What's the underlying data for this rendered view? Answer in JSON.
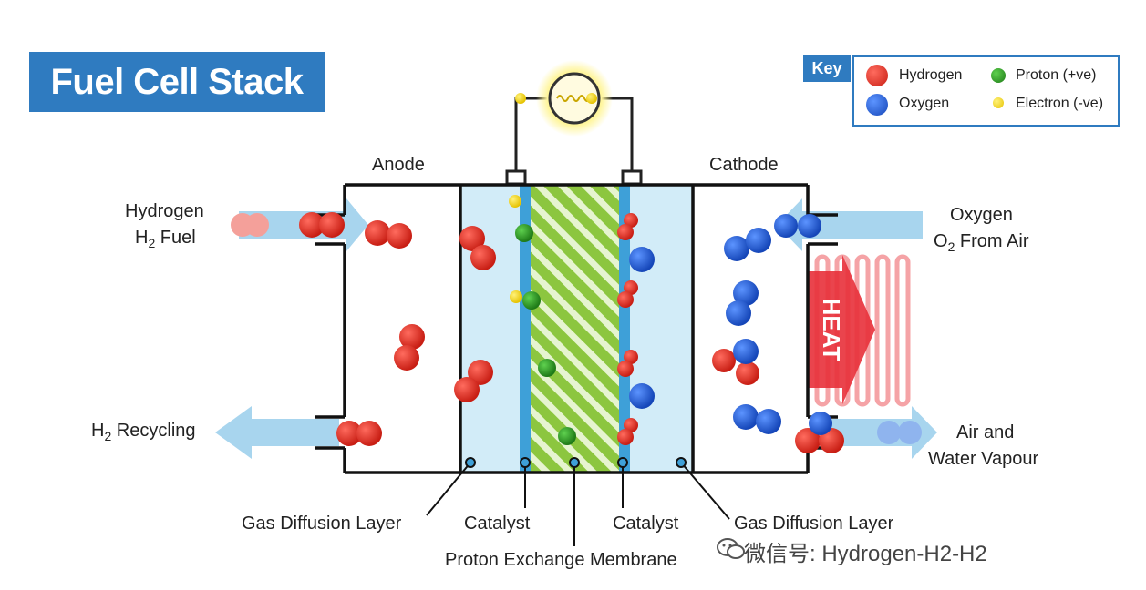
{
  "title": "Fuel Cell Stack",
  "labels": {
    "anode": "Anode",
    "cathode": "Cathode",
    "hydrogen_in_1": "Hydrogen",
    "hydrogen_in_2": "H",
    "hydrogen_in_sub": "2",
    "hydrogen_in_3": " Fuel",
    "oxygen_in_1": "Oxygen",
    "oxygen_in_2": "O",
    "oxygen_in_sub": "2",
    "oxygen_in_3": " From Air",
    "recycling_1": "H",
    "recycling_sub": "2",
    "recycling_2": " Recycling",
    "air_out_1": "Air and",
    "air_out_2": "Water Vapour",
    "gdl_left": "Gas Diffusion Layer",
    "catalyst_left": "Catalyst",
    "pem": "Proton Exchange Membrane",
    "catalyst_right": "Catalyst",
    "gdl_right": "Gas Diffusion Layer",
    "heat": "HEAT"
  },
  "key": {
    "title": "Key",
    "items": [
      {
        "label": "Hydrogen",
        "color": "#e02a1f"
      },
      {
        "label": "Proton (+ve)",
        "color": "#2a9a22"
      },
      {
        "label": "Oxygen",
        "color": "#1f5fd6"
      },
      {
        "label": "Electron (-ve)",
        "color": "#f2d322"
      }
    ]
  },
  "colors": {
    "accent": "#2f7bc0",
    "hydrogen": "#e02a1f",
    "oxygen": "#1f5fd6",
    "proton": "#2a9a22",
    "electron": "#f2d322",
    "gdl": "#d2ecf8",
    "catalyst": "#3ea0d8",
    "membrane": "#8cc63f",
    "arrow": "#a8d5ee",
    "heat": "#e8303a"
  },
  "watermark": "微信号: Hydrogen-H2-H2"
}
